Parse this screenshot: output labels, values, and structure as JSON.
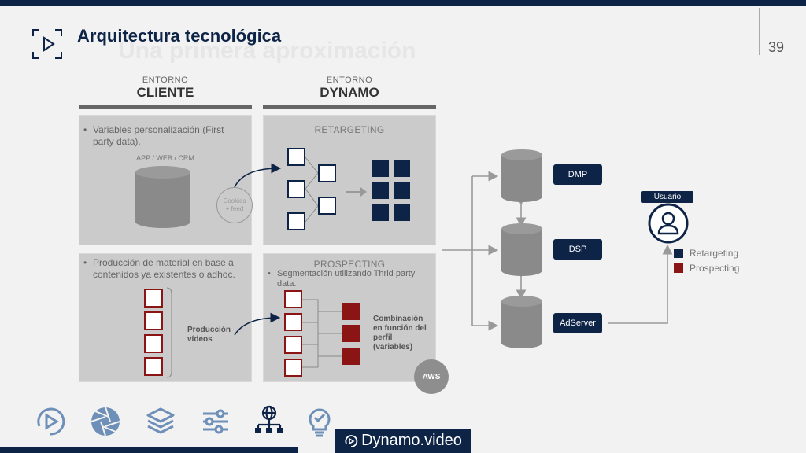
{
  "header": {
    "title": "Arquitectura tecnológica",
    "subtitle": "Una primera aproximación",
    "page_number": "39"
  },
  "environments": {
    "client": {
      "small": "ENTORNO",
      "big": "CLIENTE"
    },
    "dynamo": {
      "small": "ENTORNO",
      "big": "DYNAMO"
    }
  },
  "client_top": {
    "bullet": "Variables personalización (First party data).",
    "db_label": "APP / WEB / CRM"
  },
  "client_bottom": {
    "bullet": "Producción de material en base a contenidos ya existentes o adhoc.",
    "label": "Producción vídeos"
  },
  "cookies": {
    "line1": "Cookies",
    "line2": "+ feed"
  },
  "retargeting": {
    "label": "RETARGETING"
  },
  "prospecting": {
    "label": "PROSPECTING",
    "bullet": "Segmentación utilizando  Thrid party data.",
    "combination": "Combinación en función del perfil (variables)"
  },
  "aws": "AWS",
  "servers": [
    "DMP",
    "DSP",
    "AdServer"
  ],
  "user": {
    "label": "Usuario"
  },
  "legend": [
    {
      "label": "Retargeting",
      "color": "#0e2447"
    },
    {
      "label": "Prospecting",
      "color": "#8b1414"
    }
  ],
  "footer": {
    "icons": [
      "play-circle-icon",
      "aperture-icon",
      "layers-icon",
      "sliders-icon",
      "network-globe-icon",
      "lightbulb-check-icon"
    ],
    "brand": "Dynamo.video"
  },
  "colors": {
    "navy": "#0e2447",
    "red": "#8b1414",
    "panel": "#cbcbcb"
  }
}
